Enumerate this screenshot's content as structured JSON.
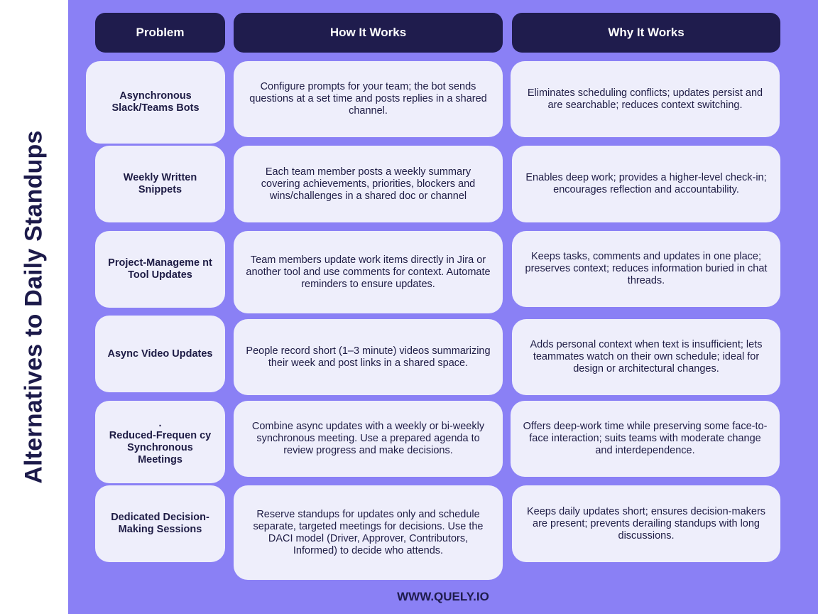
{
  "title": "Alternatives to Daily Standups",
  "headers": {
    "problem": "Problem",
    "how": "How It Works",
    "why": "Why It Works"
  },
  "rows": [
    {
      "problem": "Asynchronous Slack/Teams Bots",
      "how": "Configure prompts for your team; the bot sends questions at a set time and posts replies in a shared channel.",
      "why": "Eliminates scheduling conflicts; updates persist and are searchable; reduces context switching."
    },
    {
      "problem": "Weekly Written Snippets",
      "how": "Each team member posts a weekly summary covering achievements, priorities, blockers and wins/challenges in a shared doc or channel",
      "why": "Enables deep work; provides a higher-level check-in; encourages reflection and accountability."
    },
    {
      "problem": "Project-Manageme nt Tool Updates",
      "how": "Team members update work items directly in Jira or another tool and use comments for context. Automate reminders to ensure updates.",
      "why": "Keeps tasks, comments and updates in one place; preserves context; reduces information buried in chat threads."
    },
    {
      "problem": "Async Video Updates",
      "how": "People record short (1–3 minute) videos summarizing their week and post links in a shared space.",
      "why": "Adds personal context when text is insufficient; lets teammates watch on their own schedule; ideal for design or architectural changes."
    },
    {
      "problem_prefix": ".",
      "problem": "Reduced-Frequen cy Synchronous Meetings",
      "how": "Combine async updates with a weekly or bi-weekly synchronous meeting. Use a prepared agenda to review progress and make decisions.",
      "why": "Offers deep-work time while preserving some face-to-face interaction; suits teams with moderate change and interdependence."
    },
    {
      "problem": "Dedicated Decision-Making Sessions",
      "how": "Reserve standups for updates only and schedule separate, targeted meetings for decisions. Use the DACI model (Driver, Approver, Contributors, Informed) to decide who attends.",
      "why": "Keeps daily updates short; ensures decision-makers are present; prevents derailing standups with long discussions."
    }
  ],
  "footer": "WWW.QUELY.IO"
}
